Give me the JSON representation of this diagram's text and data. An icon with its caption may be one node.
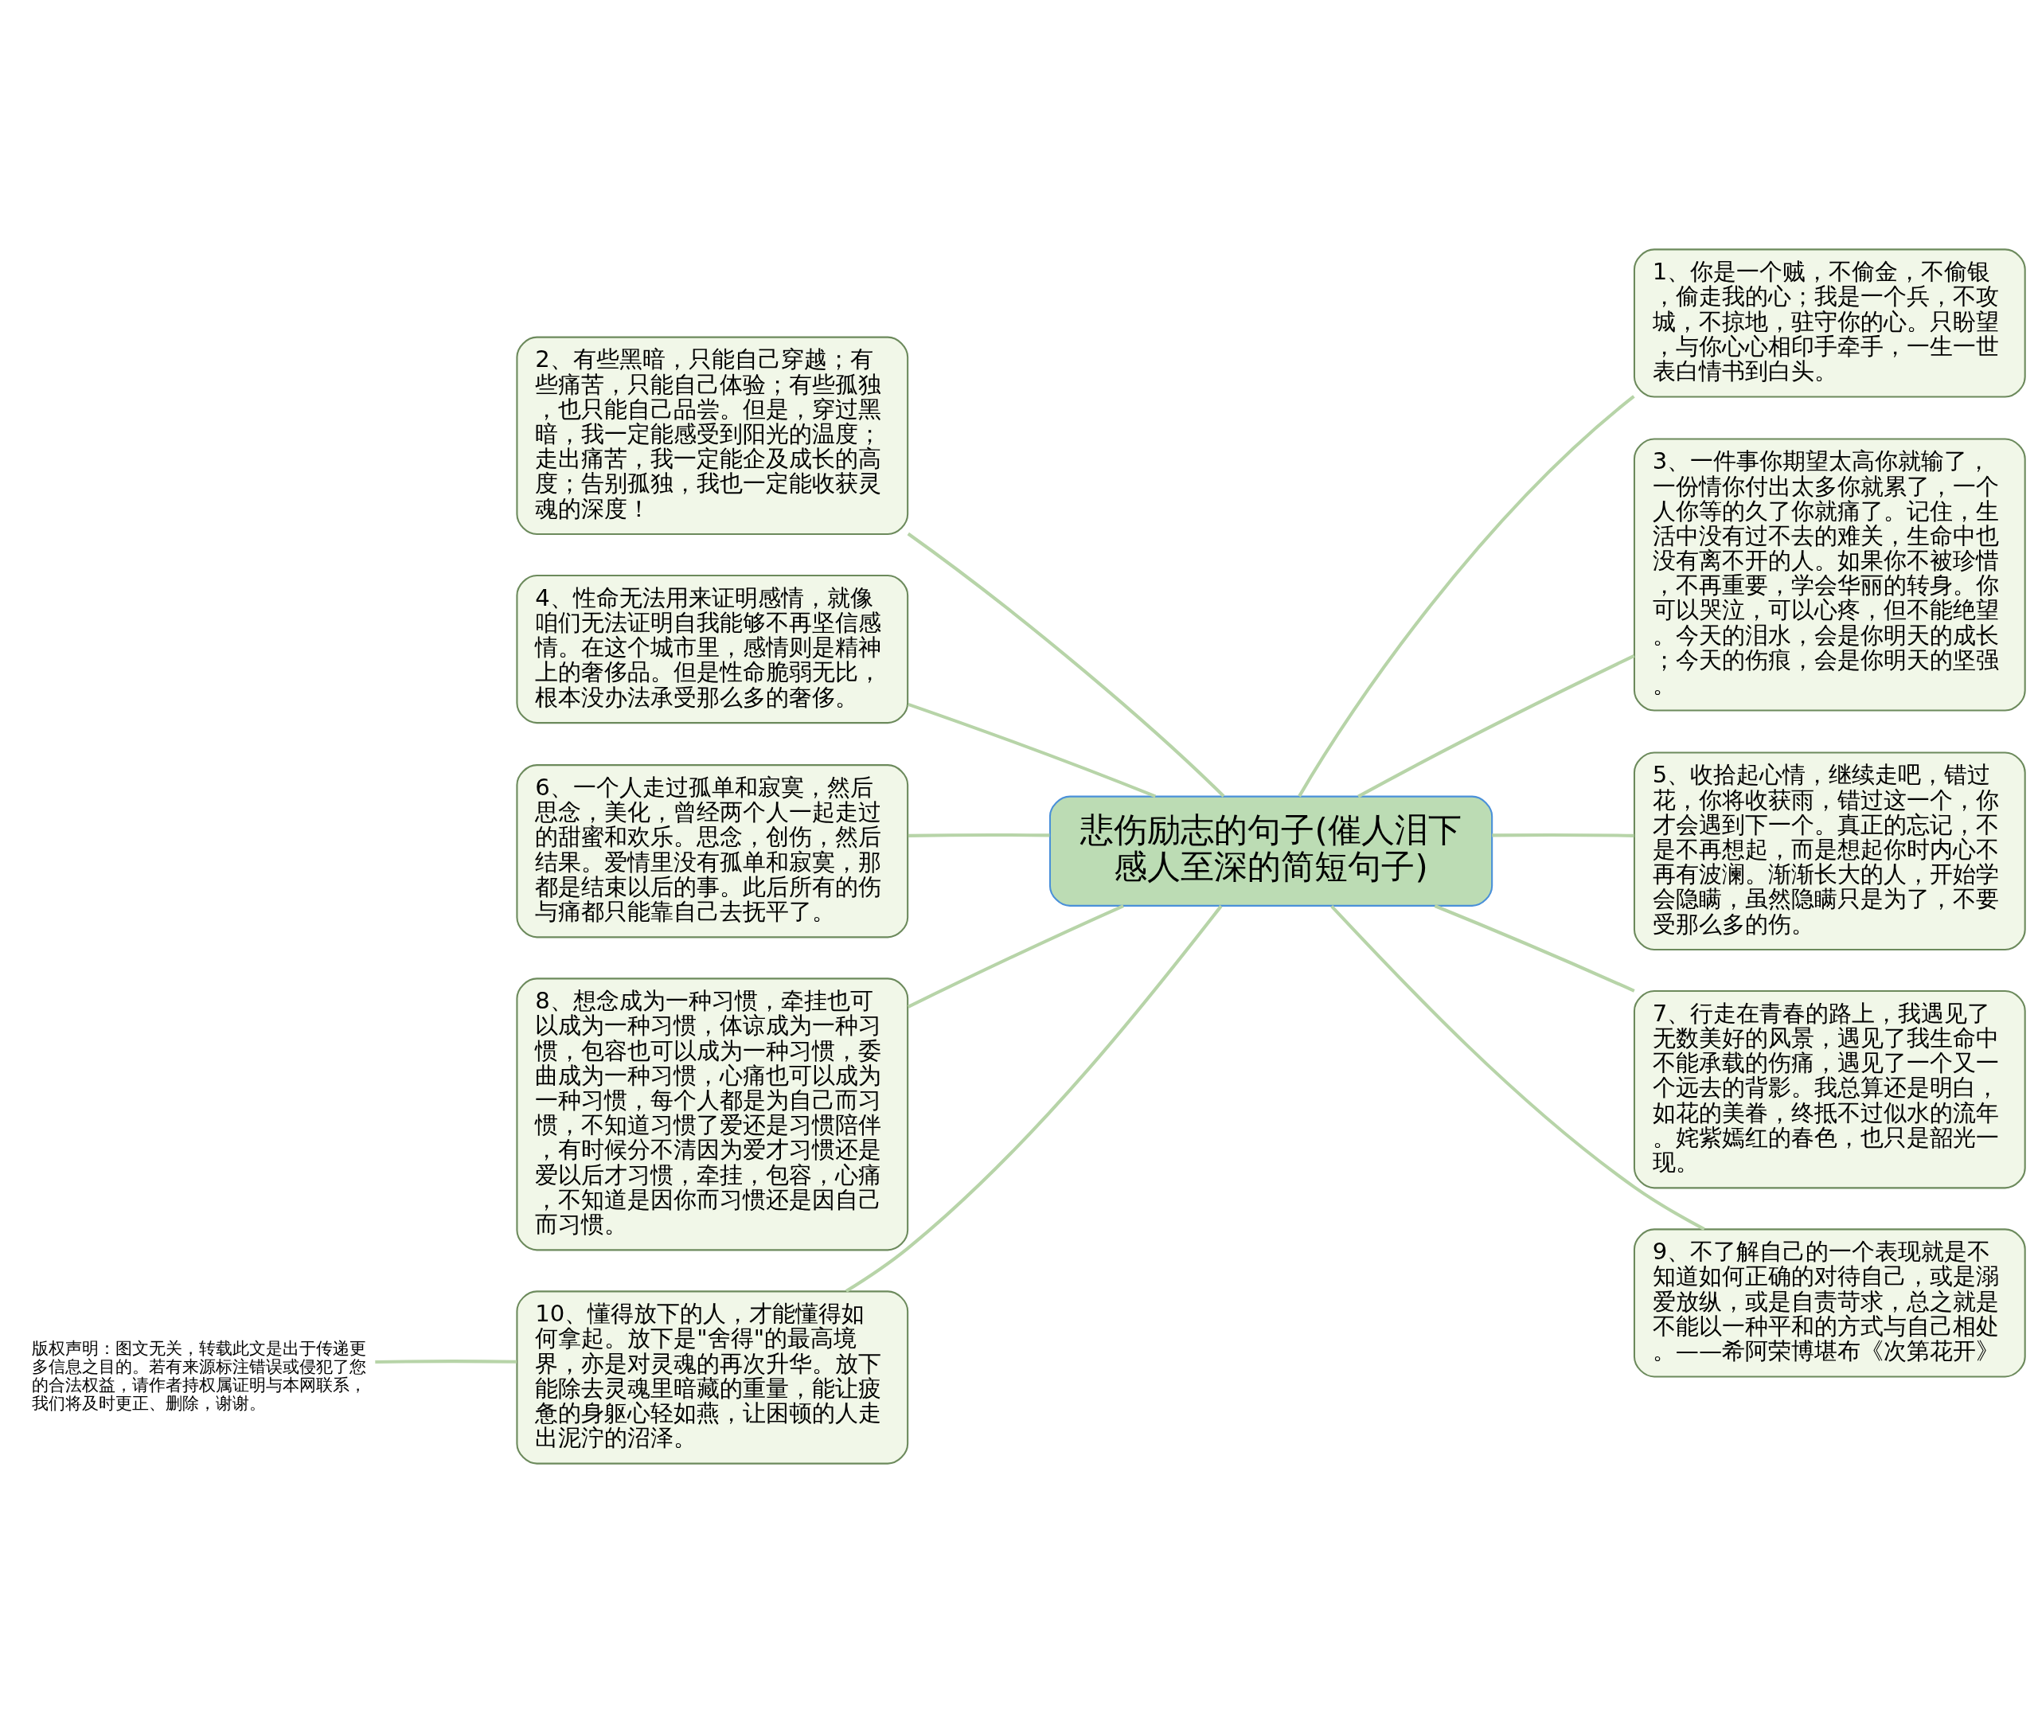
{
  "diagram": {
    "nodes": [
      {
        "text": [
          "悲伤励志的句子(催人泪下感人至深的简短句子)"
        ]
      },
      {
        "text": [
          "1、你是一个贼，不偷金，不偷银，偷走我的心；我是一个兵，不攻城，不掠地，驻守你的心。只盼望，与你心心相印手牵手，一生一世表白情书到白头。"
        ]
      },
      {
        "text": [
          "2、有些黑暗，只能自己穿越；有些痛苦，只能自己体验；有些孤独，也只能自己品尝。但是，穿过黑暗，我一定能感受到阳光的温度；走出痛苦，我一定能企及成长的高度；告别孤独，我也一定能收获灵魂的深度！"
        ]
      },
      {
        "text": [
          "3、一件事你期望太高你就输了，一份情你付出太多你就累了，一个人你等的久了你就痛了。记住，生活中没有过不去的难关，生命中也没有离不开的人。如果你不被珍惜，不再重要，学会华丽的转身。你可以哭泣，可以心疼，但不能绝望。今天的泪水，会是你明天的成长；今天的伤痕，会是你明天的坚强。"
        ]
      },
      {
        "text": [
          "4、性命无法用来证明感情，就像咱们无法证明自我能够不再坚信感情。在这个城市里，感情则是精神上的奢侈品。但是性命脆弱无比，根本没办法承受那么多的奢侈。"
        ]
      },
      {
        "text": [
          "5、收拾起心情，继续走吧，错过花，你将收获雨，错过这一个，你才会遇到下一个。真正的忘记，不是不再想起，而是想起你时内心不再有波澜。渐渐长大的人，开始学会隐瞒，虽然隐瞒只是为了，不要受那么多的伤。"
        ]
      },
      {
        "text": [
          "6、一个人走过孤单和寂寞，然后思念，美化，曾经两个人一起走过的甜蜜和欢乐。思念，创伤，然后结果。爱情里没有孤单和寂寞，那都是结束以后的事。此后所有的伤与痛都只能靠自己去抚平了。"
        ]
      },
      {
        "text": [
          "7、行走在青春的路上，我遇见了无数美好的风景，遇见了我生命中不能承载的伤痛，遇见了一个又一个远去的背影。我总算还是明白，如花的美眷，终抵不过似水的流年。姹紫嫣红的春色，也只是韶光一现。"
        ]
      },
      {
        "text": [
          "8、想念成为一种习惯，牵挂也可以成为一种习惯，体谅成为一种习惯，包容也可以成为一种习惯，委曲成为一种习惯，心痛也可以成为一种习惯，每个人都是为自己而习惯，不知道习惯了爱还是习惯陪伴，有时候分不清因为爱才习惯还是爱以后才习惯，牵挂，包容，心痛，不知道是因你而习惯还是因自己而习惯。"
        ]
      },
      {
        "text": [
          "9、不了解自己的一个表现就是不知道如何正确的对待自己，或是溺爱放纵，或是自责苛求，总之就是不能以一种平和的方式与自己相处。——希阿荣博堪布《次第花开》"
        ]
      },
      {
        "text": [
          "10、懂得放下的人，才能懂得如何拿起。放下是\"舍得\"的最高境界，亦是对灵魂的再次升华。放下能除去灵魂里暗藏的重量，能让疲惫的身躯心轻如燕，让困顿的人走出泥泞的沼泽。"
        ]
      },
      {
        "text": [
          "版权声明：图文无关，转载此文是出于传递更多信息之目的。若有来源标注错误或侵犯了您的合法权益，请作者持权属证明与本网联系，我们将及时更正、删除，谢谢。"
        ]
      }
    ],
    "edges": [
      {
        "from": 0,
        "to": 1,
        "arrow": "none"
      },
      {
        "from": 0,
        "to": 2,
        "arrow": "none"
      },
      {
        "from": 0,
        "to": 3,
        "arrow": "none"
      },
      {
        "from": 0,
        "to": 4,
        "arrow": "none"
      },
      {
        "from": 0,
        "to": 5,
        "arrow": "none"
      },
      {
        "from": 0,
        "to": 6,
        "arrow": "none"
      },
      {
        "from": 0,
        "to": 7,
        "arrow": "none"
      },
      {
        "from": 0,
        "to": 8,
        "arrow": "none"
      },
      {
        "from": 0,
        "to": 9,
        "arrow": "none"
      },
      {
        "from": 0,
        "to": 10,
        "arrow": "none"
      },
      {
        "from": 10,
        "to": 11,
        "arrow": "none"
      }
    ]
  }
}
